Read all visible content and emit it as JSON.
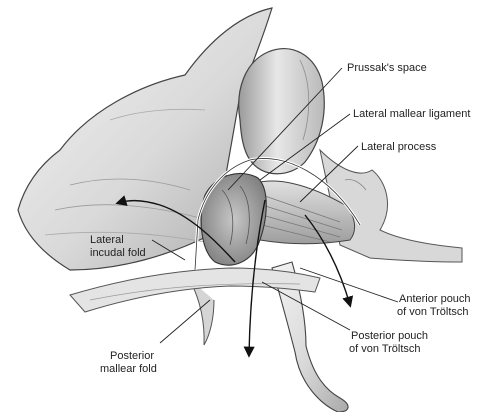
{
  "figure": {
    "background": "#ffffff",
    "ink": "#222222",
    "labels": {
      "prussaks_space": "Prussak's space",
      "lateral_mallear_ligament": "Lateral mallear ligament",
      "lateral_process": "Lateral process",
      "lateral_incudal_fold": [
        "Lateral",
        "incudal fold"
      ],
      "anterior_pouch": [
        "Anterior pouch",
        "of von Tröltsch"
      ],
      "posterior_pouch": [
        "Posterior pouch",
        "of von Tröltsch"
      ],
      "posterior_mallear_fold": [
        "Posterior",
        "mallear fold"
      ]
    }
  }
}
